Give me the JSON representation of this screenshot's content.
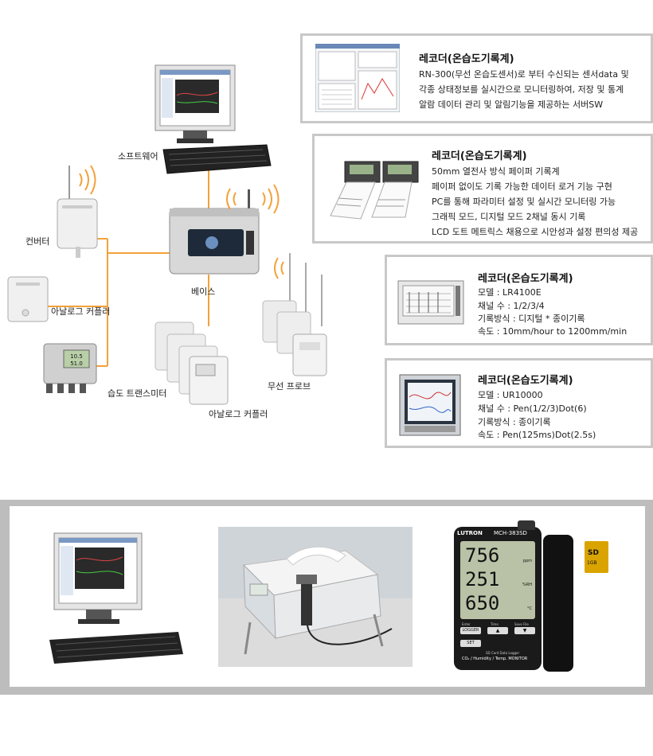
{
  "diagram": {
    "labels": {
      "software": "소프트웨어",
      "converter": "컨버터",
      "analog_coupler_left": "아날로그 커플러",
      "base": "베이스",
      "humidity_transmitter": "습도 트랜스미터",
      "analog_coupler_bottom": "아날로그 커플러",
      "wireless_probe": "무선 프로브"
    },
    "device_display": {
      "top": "10.5",
      "bottom": "51.0"
    }
  },
  "cards": [
    {
      "title": "레코더(온습도기록계)",
      "lines": [
        "RN-300(무선 온습도센서)로 부터 수신되는 센서data 및",
        "각종 상태정보를 실시간으로 모니터링하여, 저장 및 통계",
        "알람 데이터 관리 및 알림기능을 제공하는 서버SW"
      ]
    },
    {
      "title": "레코더(온습도기록계)",
      "lines": [
        "50mm 열전사 방식 페이퍼 기록계",
        "페이퍼 없이도 기록 가능한 데이터 로거 기능 구현",
        "PC를 통해 파라미터 설정 및 실시간 모니터링 가능",
        "그래픽 모드, 디지털 모드 2채널 동시 기록",
        "LCD 도트 메트릭스 채용으로 시안성과 설정 편의성 제공"
      ]
    },
    {
      "title": "레코더(온습도기록계)",
      "lines": [
        "모델 : LR4100E",
        "채널 수 : 1/2/3/4",
        "기록방식 : 디지털 * 종이기록",
        "속도 : 10mm/hour to 1200mm/min"
      ]
    },
    {
      "title": "레코더(온습도기록계)",
      "lines": [
        "모델 : UR10000",
        "채널 수 : Pen(1/2/3)Dot(6)",
        "기록방식 : 종이기록",
        "속도 : Pen(125ms)Dot(2.5s)"
      ]
    }
  ],
  "bottom": {
    "meter": {
      "brand": "LUTRON",
      "model": "MCH-383SD",
      "readings": [
        "756",
        "251",
        "650"
      ],
      "units": [
        "ppm",
        "%RH",
        "°C"
      ],
      "buttons": [
        "Enter",
        "Time",
        "Save File"
      ],
      "button_labels": [
        "LOGGER",
        "▲",
        "▼",
        "SET"
      ],
      "caption_line1": "SD Card Data Logger",
      "caption_line2": "CO₂ / Humidity / Temp. MONITOR"
    },
    "sd_card": {
      "label": "SD",
      "capacity": "1GB"
    }
  },
  "colors": {
    "connector": "#f2a23a",
    "signal": "#f2a23a",
    "card_border": "#c8c8c8",
    "frame": "#bdbdbd"
  }
}
